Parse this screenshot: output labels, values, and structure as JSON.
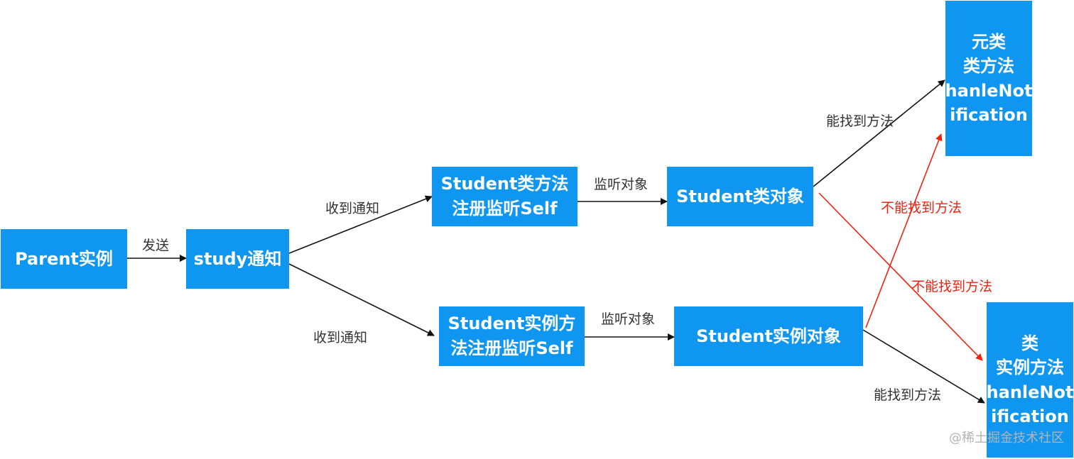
{
  "nodes": {
    "parent": "Parent实例",
    "study": "study通知",
    "student_class_method": [
      "Student类方法",
      "注册监听Self"
    ],
    "student_instance_method": [
      "Student实例方",
      "法注册监听Self"
    ],
    "student_class_object": "Student类对象",
    "student_instance_object": "Student实例对象",
    "meta_class": [
      "元类",
      "类方法",
      "hanleNot",
      "ification"
    ],
    "class_instance_method": [
      "类",
      "实例方法",
      "hanleNot",
      "ification"
    ]
  },
  "edges": {
    "send": "发送",
    "receive_top": "收到通知",
    "receive_bottom": "收到通知",
    "listen_top": "监听对象",
    "listen_bottom": "监听对象",
    "found_top": "能找到方法",
    "found_bottom": "能找到方法",
    "not_found_1": "不能找到方法",
    "not_found_2": "不能找到方法"
  },
  "watermark": "@稀土掘金技术社区",
  "colors": {
    "node_fill": "#0f96f0",
    "node_text": "#ffffff",
    "edge_black": "#111111",
    "edge_red": "#ee2211",
    "label_text": "#333333",
    "label_red": "#ee2211"
  }
}
